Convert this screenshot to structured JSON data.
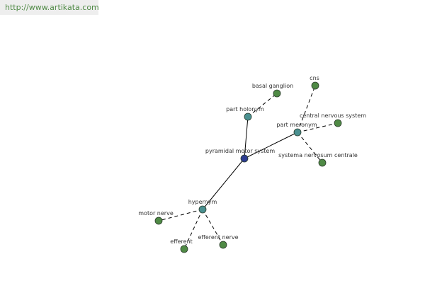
{
  "url": "http://www.artikata.com",
  "colors": {
    "root": "#2c3c92",
    "relation": "#4a9090",
    "leaf": "#4f8a45",
    "edge": "#000000",
    "label": "#333333",
    "url_text": "#4f8a45",
    "url_bg": "#eeeeee"
  },
  "graph": {
    "nodes": [
      {
        "id": "root",
        "label": "pyramidal motor system",
        "kind": "root"
      },
      {
        "id": "holonym",
        "label": "part holonym",
        "kind": "relation"
      },
      {
        "id": "meronym",
        "label": "part meronym",
        "kind": "relation"
      },
      {
        "id": "hypernym",
        "label": "hypernym",
        "kind": "relation"
      },
      {
        "id": "basal",
        "label": "basal ganglion",
        "kind": "leaf"
      },
      {
        "id": "cns",
        "label": "cns",
        "kind": "leaf"
      },
      {
        "id": "cns_full",
        "label": "central nervous system",
        "kind": "leaf"
      },
      {
        "id": "systema",
        "label": "systema nervosum centrale",
        "kind": "leaf"
      },
      {
        "id": "motor",
        "label": "motor nerve",
        "kind": "leaf"
      },
      {
        "id": "efferent",
        "label": "efferent",
        "kind": "leaf"
      },
      {
        "id": "efferent_nerve",
        "label": "efferent nerve",
        "kind": "leaf"
      }
    ],
    "edges": [
      {
        "from": "root",
        "to": "holonym",
        "style": "solid"
      },
      {
        "from": "root",
        "to": "meronym",
        "style": "solid"
      },
      {
        "from": "root",
        "to": "hypernym",
        "style": "solid"
      },
      {
        "from": "holonym",
        "to": "basal",
        "style": "dashed"
      },
      {
        "from": "meronym",
        "to": "cns",
        "style": "dashed"
      },
      {
        "from": "meronym",
        "to": "cns_full",
        "style": "dashed"
      },
      {
        "from": "meronym",
        "to": "systema",
        "style": "dashed"
      },
      {
        "from": "hypernym",
        "to": "motor",
        "style": "dashed"
      },
      {
        "from": "hypernym",
        "to": "efferent",
        "style": "dashed"
      },
      {
        "from": "hypernym",
        "to": "efferent_nerve",
        "style": "dashed"
      }
    ]
  }
}
